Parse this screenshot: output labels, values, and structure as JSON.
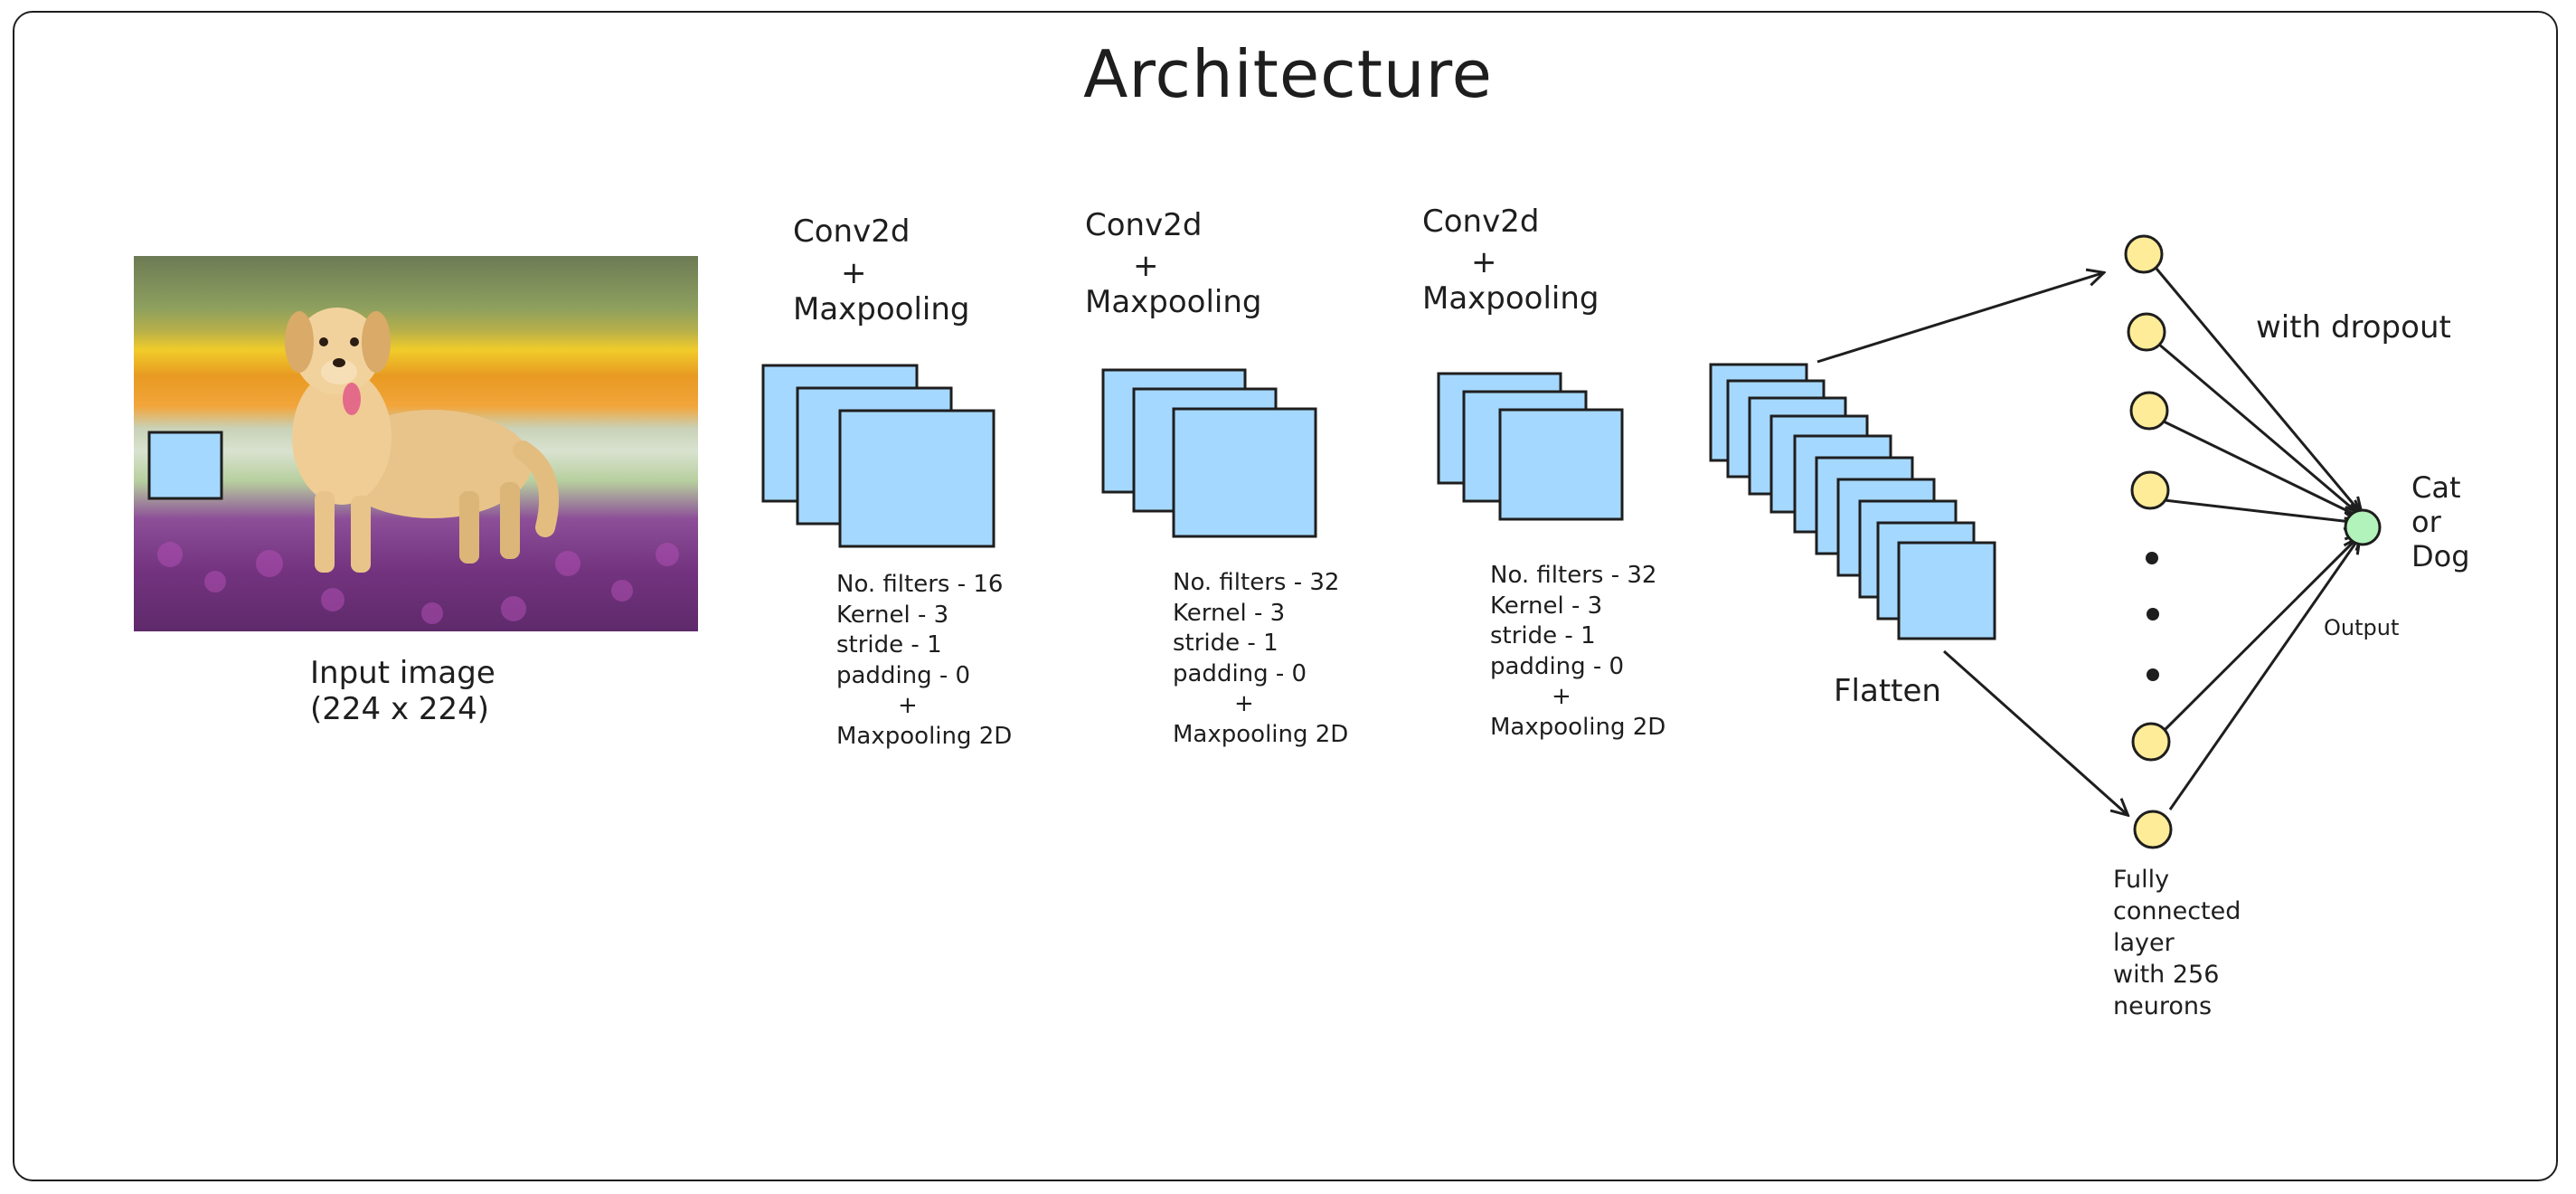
{
  "title": "Architecture",
  "input": {
    "label_line1": "Input image",
    "label_line2": "(224 x 224)"
  },
  "conv_blocks": [
    {
      "header": [
        "Conv2d",
        "+",
        "Maxpooling"
      ],
      "specs": [
        "No. filters - 16",
        "Kernel - 3",
        "stride - 1",
        "padding - 0",
        "+",
        "Maxpooling 2D"
      ]
    },
    {
      "header": [
        "Conv2d",
        "+",
        "Maxpooling"
      ],
      "specs": [
        "No. filters - 32",
        "Kernel - 3",
        "stride - 1",
        "padding - 0",
        "+",
        "Maxpooling 2D"
      ]
    },
    {
      "header": [
        "Conv2d",
        "+",
        "Maxpooling"
      ],
      "specs": [
        "No. filters - 32",
        "Kernel - 3",
        "stride - 1",
        "padding - 0",
        "+",
        "Maxpooling 2D"
      ]
    }
  ],
  "flatten": {
    "label": "Flatten"
  },
  "fc": {
    "label": [
      "Fully",
      "connected",
      "layer",
      "with 256",
      "neurons"
    ],
    "dropout_label": "with dropout"
  },
  "output": {
    "label": "Output",
    "classes": [
      "Cat",
      "or",
      "Dog"
    ]
  },
  "colors": {
    "feature_map": "#a5d8ff",
    "neuron": "#ffec99",
    "output_neuron": "#b2f2bb",
    "stroke": "#1e1e1e"
  }
}
